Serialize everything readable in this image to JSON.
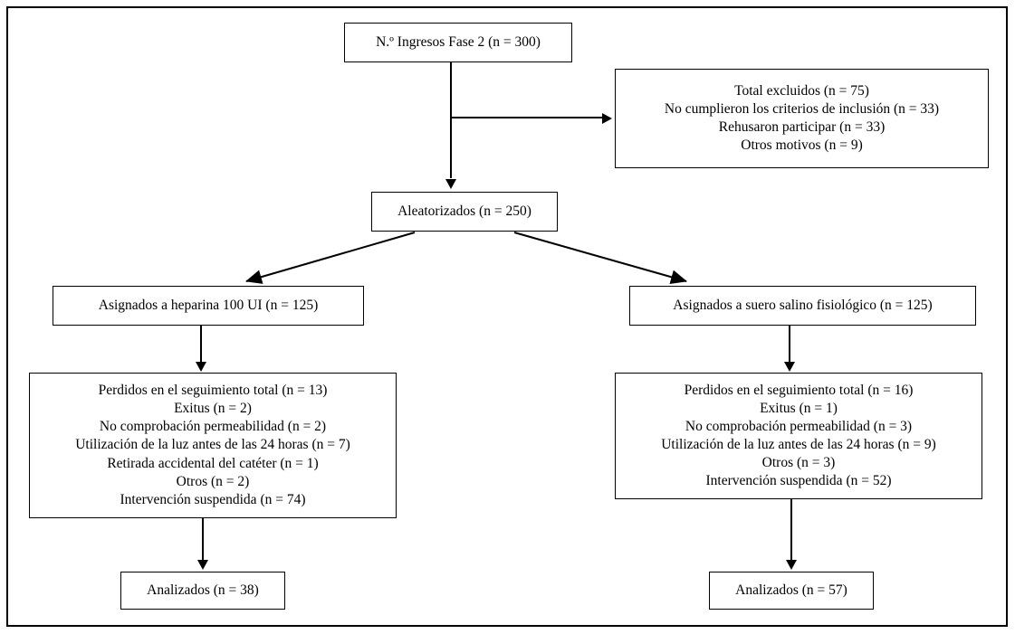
{
  "figure": {
    "type": "consort-flow-diagram",
    "language": "es"
  },
  "nodes": {
    "enrollment": {
      "lines": [
        "N.º Ingresos Fase 2 (n = 300)"
      ]
    },
    "excluded": {
      "lines": [
        "Total excluidos (n = 75)",
        "No cumplieron los criterios de inclusión (n = 33)",
        "Rehusaron participar (n = 33)",
        "Otros motivos (n = 9)"
      ]
    },
    "randomized": {
      "lines": [
        "Aleatorizados (n = 250)"
      ]
    },
    "allocation_heparin": {
      "lines": [
        "Asignados a heparina 100 UI (n = 125)"
      ]
    },
    "allocation_saline": {
      "lines": [
        "Asignados a suero salino fisiológico (n = 125)"
      ]
    },
    "losses_heparin": {
      "lines": [
        "Perdidos en el seguimiento total (n = 13)",
        "Exitus (n = 2)",
        "No comprobación permeabilidad (n = 2)",
        "Utilización de la luz antes de las 24 horas (n = 7)",
        "Retirada accidental del catéter (n = 1)",
        "Otros (n = 2)",
        "Intervención suspendida (n = 74)"
      ]
    },
    "losses_saline": {
      "lines": [
        "Perdidos en el seguimiento total (n = 16)",
        "Exitus (n = 1)",
        "No comprobación permeabilidad (n = 3)",
        "Utilización de la luz antes de las 24 horas (n = 9)",
        "Otros (n = 3)",
        "Intervención suspendida (n = 52)"
      ]
    },
    "analyzed_heparin": {
      "lines": [
        "Analizados (n = 38)"
      ]
    },
    "analyzed_saline": {
      "lines": [
        "Analizados (n = 57)"
      ]
    }
  },
  "chart_data": {
    "type": "diagram",
    "title": "",
    "flow": [
      {
        "id": "enrollment",
        "label": "N.º Ingresos Fase 2",
        "n": 300
      },
      {
        "id": "excluded",
        "label": "Total excluidos",
        "n": 75,
        "breakdown": [
          {
            "label": "No cumplieron los criterios de inclusión",
            "n": 33
          },
          {
            "label": "Rehusaron participar",
            "n": 33
          },
          {
            "label": "Otros motivos",
            "n": 9
          }
        ]
      },
      {
        "id": "randomized",
        "label": "Aleatorizados",
        "n": 250
      },
      {
        "id": "allocation_heparin",
        "label": "Asignados a heparina 100 UI",
        "n": 125
      },
      {
        "id": "allocation_saline",
        "label": "Asignados a suero salino fisiológico",
        "n": 125
      },
      {
        "id": "losses_heparin",
        "label": "Perdidos en el seguimiento total",
        "n": 13,
        "breakdown": [
          {
            "label": "Exitus",
            "n": 2
          },
          {
            "label": "No comprobación permeabilidad",
            "n": 2
          },
          {
            "label": "Utilización de la luz antes de las 24 horas",
            "n": 7
          },
          {
            "label": "Retirada accidental del catéter",
            "n": 1
          },
          {
            "label": "Otros",
            "n": 2
          },
          {
            "label": "Intervención suspendida",
            "n": 74
          }
        ]
      },
      {
        "id": "losses_saline",
        "label": "Perdidos en el seguimiento total",
        "n": 16,
        "breakdown": [
          {
            "label": "Exitus",
            "n": 1
          },
          {
            "label": "No comprobación permeabilidad",
            "n": 3
          },
          {
            "label": "Utilización de la luz antes de las 24 horas",
            "n": 9
          },
          {
            "label": "Otros",
            "n": 3
          },
          {
            "label": "Intervención suspendida",
            "n": 52
          }
        ]
      },
      {
        "id": "analyzed_heparin",
        "label": "Analizados",
        "n": 38
      },
      {
        "id": "analyzed_saline",
        "label": "Analizados",
        "n": 57
      }
    ],
    "edges": [
      {
        "from": "enrollment",
        "to": "excluded",
        "style": "arrow-right"
      },
      {
        "from": "enrollment",
        "to": "randomized",
        "style": "arrow-down"
      },
      {
        "from": "randomized",
        "to": "allocation_heparin",
        "style": "arrow-diagonal"
      },
      {
        "from": "randomized",
        "to": "allocation_saline",
        "style": "arrow-diagonal"
      },
      {
        "from": "allocation_heparin",
        "to": "losses_heparin",
        "style": "arrow-down"
      },
      {
        "from": "losses_heparin",
        "to": "analyzed_heparin",
        "style": "arrow-down"
      },
      {
        "from": "allocation_saline",
        "to": "losses_saline",
        "style": "arrow-down"
      },
      {
        "from": "losses_saline",
        "to": "analyzed_saline",
        "style": "arrow-down"
      }
    ],
    "colors": {
      "stroke": "#000000",
      "fill": "#ffffff",
      "text": "#000000"
    }
  }
}
